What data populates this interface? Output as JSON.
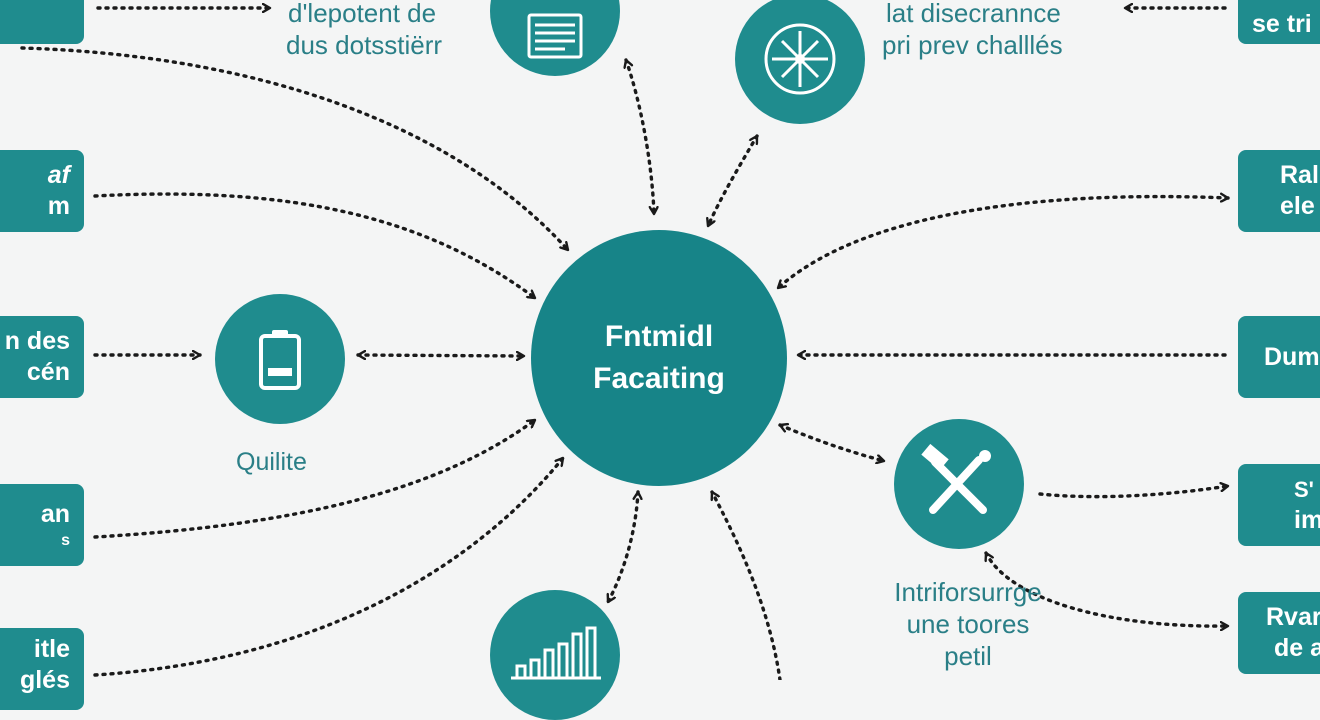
{
  "hub": {
    "line1": "Fntmidl",
    "line2": "Facaiting"
  },
  "left_boxes": [
    {
      "line1": "",
      "line2": ""
    },
    {
      "line1": "af",
      "line2": "m"
    },
    {
      "line1": "n des",
      "line2": "cén"
    },
    {
      "line1": "an",
      "line2": "s"
    },
    {
      "line1": "itle",
      "line2": "glés"
    }
  ],
  "right_boxes": [
    {
      "line1": "se tri",
      "line2": ""
    },
    {
      "line1": "Ral",
      "line2": "ele"
    },
    {
      "line1": "Dum",
      "line2": ""
    },
    {
      "line1": "S'",
      "line2": "im"
    },
    {
      "line1": "Rvar",
      "line2": "de a"
    }
  ],
  "labels": {
    "top_left": [
      "d'lepotent de",
      "dus dotsstiërr"
    ],
    "top_right": [
      "lat disecrannce",
      "pri prev challlés"
    ],
    "quilite": "Quilite",
    "bottom_right": [
      "Intriforsurrge",
      "une toores",
      "petil"
    ]
  },
  "icons": {
    "top_doc": "document-icon",
    "top_compass": "compass-icon",
    "clipboard": "clipboard-icon",
    "tools": "crossed-tools-icon",
    "chart": "bar-chart-icon"
  },
  "colors": {
    "teal": "#1f8c8e",
    "hub": "#178488",
    "arrow": "#1a1a1a",
    "label": "#2a7f87"
  }
}
